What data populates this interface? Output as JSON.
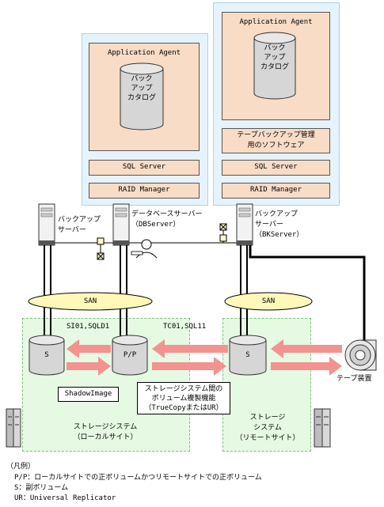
{
  "backup_server_agent": {
    "agent_label": "Application Agent",
    "catalog_label": [
      "バック",
      "アップ",
      "カタログ"
    ],
    "tape_software": [
      "テープバックアップ管理",
      "用のソフトウェア"
    ],
    "sql_label": "SQL Server",
    "raid_label": "RAID Manager"
  },
  "db_server_agent": {
    "agent_label": "Application Agent",
    "catalog_label": [
      "バック",
      "アップ",
      "カタログ"
    ],
    "sql_label": "SQL Server",
    "raid_label": "RAID Manager"
  },
  "servers": {
    "left_backup": [
      "バックアップ",
      "サーバー"
    ],
    "db": [
      "データベースサーバー",
      "（DBServer）"
    ],
    "right_backup": [
      "バックアップ",
      "サーバー",
      "（BKServer）"
    ]
  },
  "san_left": "SAN",
  "san_right": "SAN",
  "pair_left": "SI01,SQLD1",
  "pair_right": "TC01,SQL11",
  "volumes": {
    "s_left": "S",
    "pp": "P/P",
    "s_right": "S"
  },
  "shadowimage": "ShadowImage",
  "replication_box": [
    "ストレージシステム間の",
    "ボリューム複製機能",
    "（TrueCopyまたはUR）"
  ],
  "storage_local": [
    "ストレージシステム",
    "（ローカルサイト）"
  ],
  "storage_remote": [
    "ストレージ",
    "システム",
    "（リモートサイト）"
  ],
  "tape_device": "テープ装置",
  "legend": {
    "title": "（凡例）",
    "items": [
      "P/P：ローカルサイトでの正ボリュームかつリモートサイトでの正ボリューム",
      "S：副ボリューム",
      "UR：Universal Replicator"
    ]
  },
  "colors": {
    "panel_blue": "#e7f3fc",
    "module_fill": "#f8dcc6",
    "storage_green": "#e6f9e3",
    "arrow_pink": "#f2938f"
  }
}
